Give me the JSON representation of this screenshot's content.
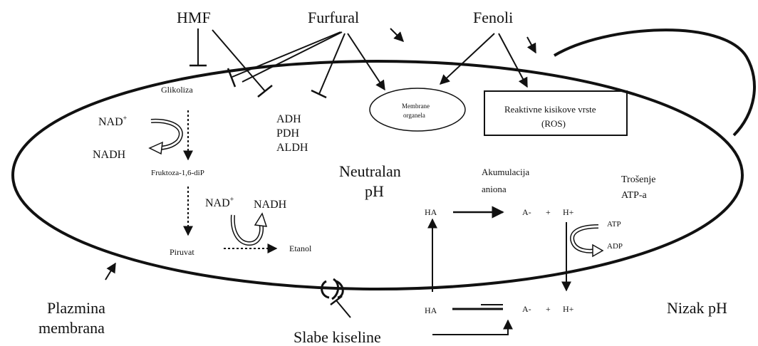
{
  "inhibitors": {
    "hmf": "HMF",
    "furfural": "Furfural",
    "fenoli": "Fenoli",
    "slabe_kiseline": "Slabe kiseline"
  },
  "glycolysis": {
    "glikoliza": "Glikoliza",
    "fruktoza": "Fruktoza-1,6-diP",
    "piruvat": "Piruvat",
    "etanol": "Etanol",
    "nad_plus": "NAD",
    "nad_plus_sup": "+",
    "nadh": "NADH"
  },
  "enzymes": {
    "adh": "ADH",
    "pdh": "PDH",
    "aldh": "ALDH"
  },
  "organelle": {
    "line1": "Membrane",
    "line2": "organela"
  },
  "ros": {
    "line1": "Reaktivne kisikove vrste",
    "line2": "(ROS)"
  },
  "cell": {
    "neutral_ph_line1": "Neutralan",
    "neutral_ph_line2": "pH",
    "low_ph": "Nizak pH",
    "membrane_line1": "Plazmina",
    "membrane_line2": "membrana"
  },
  "acid": {
    "ha_inside": "HA",
    "ha_outside": "HA",
    "a_minus": "A-",
    "plus": "+",
    "h_plus": "H+",
    "a_minus_out": "A-",
    "plus_out": "+",
    "h_plus_out": "H+",
    "akumulacija_line1": "Akumulacija",
    "akumulacija_line2": "aniona",
    "trosenje_line1": "Trošenje",
    "trosenje_line2": "ATP-a",
    "atp": "ATP",
    "adp": "ADP"
  }
}
